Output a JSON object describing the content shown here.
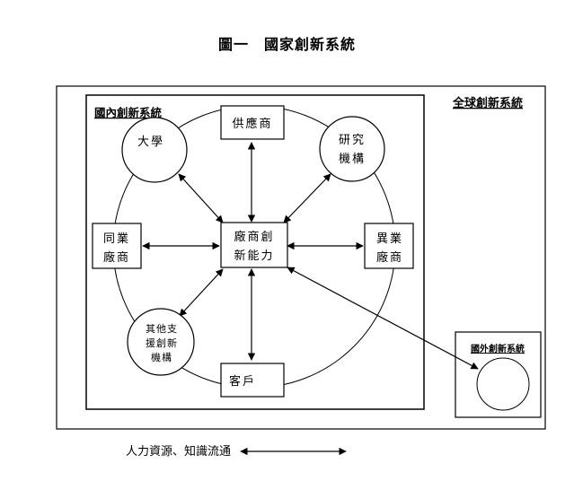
{
  "figure": {
    "title": "圖一　國家創新系統"
  },
  "systems": {
    "global": "全球創新系統",
    "domestic": "國內創新系統",
    "foreign": "國外創新系統"
  },
  "nodes": {
    "center": [
      "廠商創",
      "新能力"
    ],
    "supplier": [
      "供應商"
    ],
    "university": [
      "大學"
    ],
    "research": [
      "研究",
      "機構"
    ],
    "peer": [
      "同業",
      "廠商"
    ],
    "cross_industry": [
      "異業",
      "廠商"
    ],
    "other_support": [
      "其他支",
      "援創新",
      "機構"
    ],
    "customer": [
      "客戶"
    ]
  },
  "legend": {
    "text": "人力資源、知識流通"
  }
}
